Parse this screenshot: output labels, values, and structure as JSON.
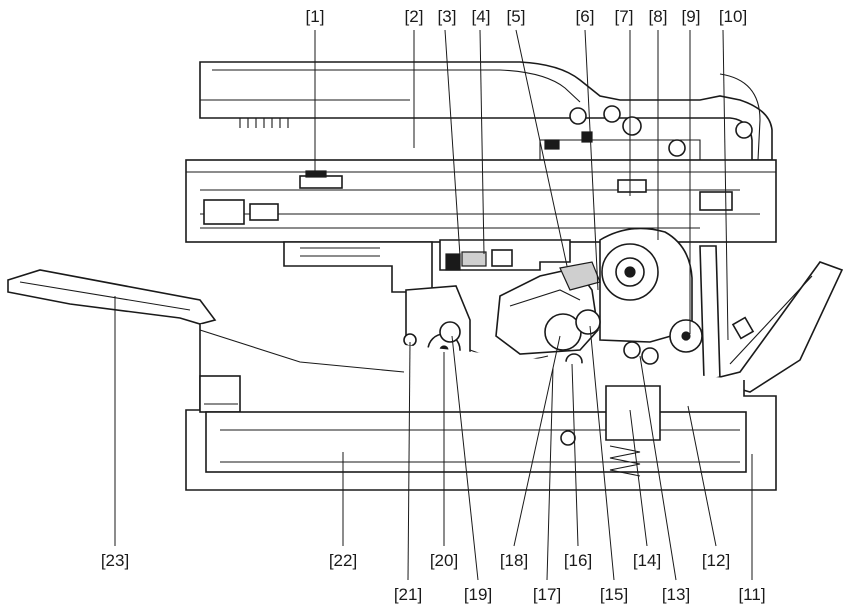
{
  "diagram": {
    "callouts": [
      {
        "id": "1",
        "text": "[1]"
      },
      {
        "id": "2",
        "text": "[2]"
      },
      {
        "id": "3",
        "text": "[3]"
      },
      {
        "id": "4",
        "text": "[4]"
      },
      {
        "id": "5",
        "text": "[5]"
      },
      {
        "id": "6",
        "text": "[6]"
      },
      {
        "id": "7",
        "text": "[7]"
      },
      {
        "id": "8",
        "text": "[8]"
      },
      {
        "id": "9",
        "text": "[9]"
      },
      {
        "id": "10",
        "text": "[10]"
      },
      {
        "id": "11",
        "text": "[11]"
      },
      {
        "id": "12",
        "text": "[12]"
      },
      {
        "id": "13",
        "text": "[13]"
      },
      {
        "id": "14",
        "text": "[14]"
      },
      {
        "id": "15",
        "text": "[15]"
      },
      {
        "id": "16",
        "text": "[16]"
      },
      {
        "id": "17",
        "text": "[17]"
      },
      {
        "id": "18",
        "text": "[18]"
      },
      {
        "id": "19",
        "text": "[19]"
      },
      {
        "id": "20",
        "text": "[20]"
      },
      {
        "id": "21",
        "text": "[21]"
      },
      {
        "id": "22",
        "text": "[22]"
      },
      {
        "id": "23",
        "text": "[23]"
      }
    ]
  }
}
